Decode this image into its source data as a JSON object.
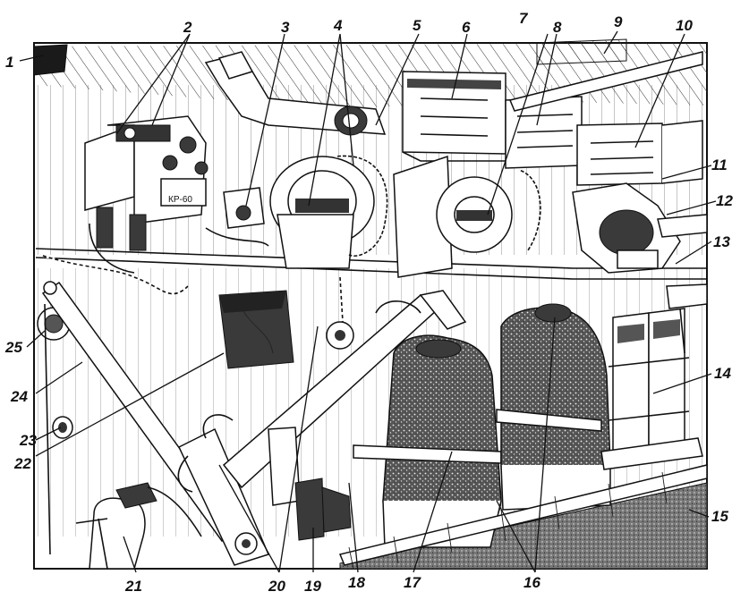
{
  "labels": [
    {
      "id": "label-1",
      "text": "1"
    },
    {
      "id": "label-2",
      "text": "2"
    },
    {
      "id": "label-3",
      "text": "3"
    },
    {
      "id": "label-4",
      "text": "4"
    },
    {
      "id": "label-5",
      "text": "5"
    },
    {
      "id": "label-6",
      "text": "6"
    },
    {
      "id": "label-7",
      "text": "7"
    },
    {
      "id": "label-8",
      "text": "8"
    },
    {
      "id": "label-9",
      "text": "9"
    },
    {
      "id": "label-10",
      "text": "10"
    },
    {
      "id": "label-11",
      "text": "11"
    },
    {
      "id": "label-12",
      "text": "12"
    },
    {
      "id": "label-13",
      "text": "13"
    },
    {
      "id": "label-14",
      "text": "14"
    },
    {
      "id": "label-15",
      "text": "15"
    },
    {
      "id": "label-16",
      "text": "16"
    },
    {
      "id": "label-17",
      "text": "17"
    },
    {
      "id": "label-18",
      "text": "18"
    },
    {
      "id": "label-19",
      "text": "19"
    },
    {
      "id": "label-20",
      "text": "20"
    },
    {
      "id": "label-21",
      "text": "21"
    },
    {
      "id": "label-22",
      "text": "22"
    },
    {
      "id": "label-23",
      "text": "23"
    },
    {
      "id": "label-24",
      "text": "24"
    },
    {
      "id": "label-25",
      "text": "25"
    }
  ],
  "device_plate_text": "КР-60"
}
